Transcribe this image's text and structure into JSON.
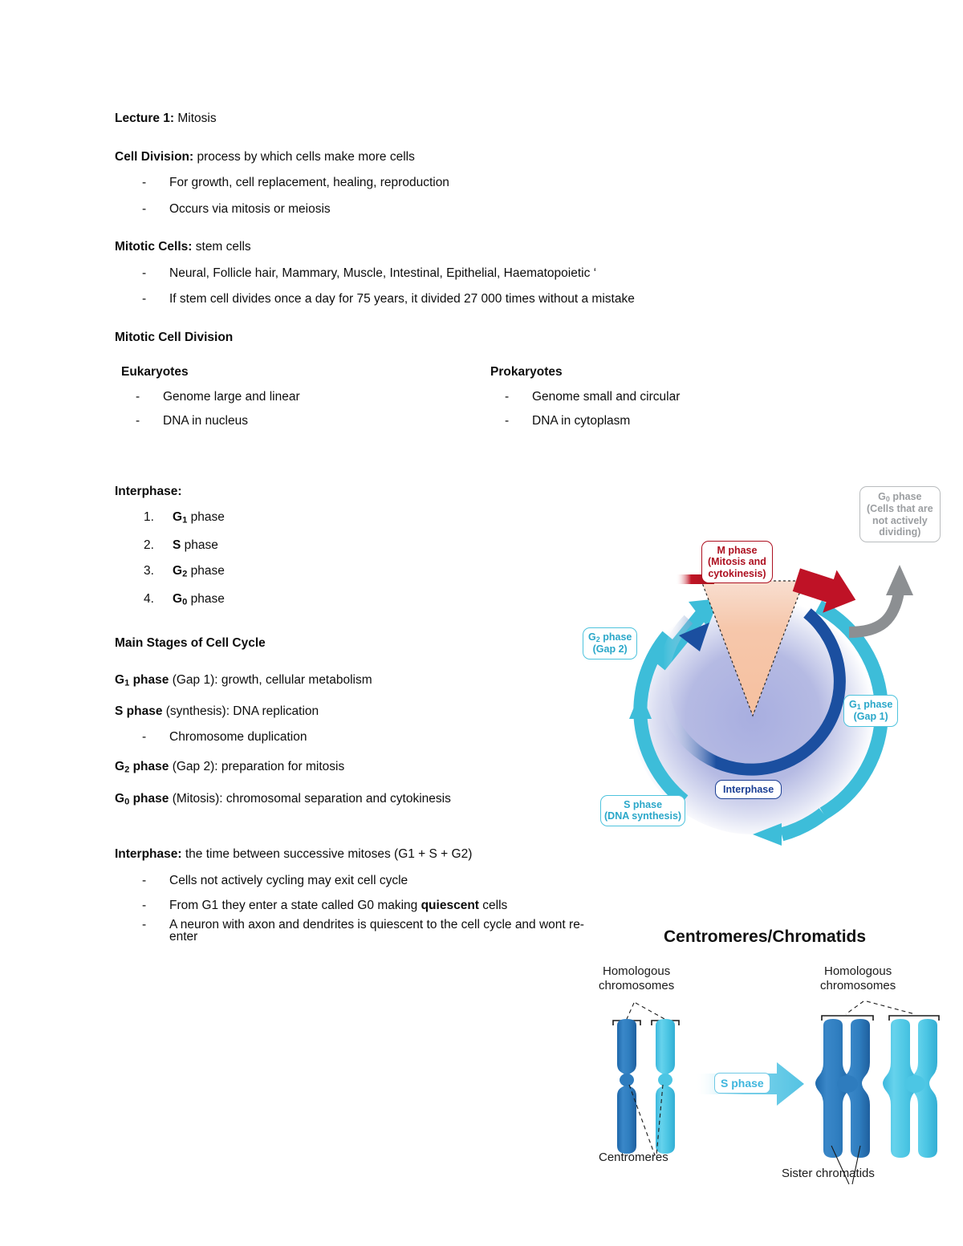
{
  "document": {
    "title": "Lecture 1: Mitosis",
    "title_bold_part": "Lecture 1:",
    "title_rest": " Mitosis",
    "sections": [
      {
        "heading_bold": "Cell Division:",
        "heading_rest": " process by which cells make more cells",
        "bullets": [
          "For growth, cell replacement, healing, reproduction",
          "Occurs via mitosis or meiosis"
        ]
      },
      {
        "heading_bold": "Mitotic Cells:",
        "heading_rest": " stem cells",
        "bullets": [
          "Neural, Follicle hair, Mammary, Muscle, Intestinal, Epithelial, Haematopoietic ‘",
          "If stem cell divides once a day for 75 years, it divided 27 000 times without a mistake"
        ]
      }
    ],
    "mitotic_cell_division_heading": "Mitotic Cell Division",
    "comparison": {
      "left": {
        "header": "Eukaryotes",
        "items": [
          "Genome large and linear",
          "DNA in nucleus"
        ]
      },
      "right": {
        "header": "Prokaryotes",
        "items": [
          "Genome small and circular",
          "DNA in cytoplasm"
        ]
      }
    },
    "interphase_list": {
      "heading": "Interphase:",
      "items": [
        {
          "label": "G",
          "sub": "1",
          "rest": " phase"
        },
        {
          "label": "S",
          "sub": "",
          "rest": " phase"
        },
        {
          "label": "G",
          "sub": "2",
          "rest": " phase"
        },
        {
          "label": "G",
          "sub": "0",
          "rest": " phase"
        }
      ]
    },
    "main_stages": {
      "heading": "Main Stages of Cell Cycle",
      "lines": [
        {
          "bold_label": "G",
          "bold_sub": "1",
          "bold_rest": " phase",
          "normal": " (Gap 1): growth, cellular metabolism"
        },
        {
          "bold_label": "S",
          "bold_sub": "",
          "bold_rest": " phase",
          "normal": " (synthesis): DNA replication"
        },
        {
          "bold_label": "G",
          "bold_sub": "2",
          "bold_rest": " phase",
          "normal": " (Gap 2): preparation for mitosis"
        },
        {
          "bold_label": "G",
          "bold_sub": "0",
          "bold_rest": " phase",
          "normal": " (Mitosis): chromosomal separation and cytokinesis"
        }
      ],
      "sub_bullet": "Chromosome duplication"
    },
    "interphase_def": {
      "heading_bold": "Interphase:",
      "heading_rest": " the time between successive mitoses (G1 + S + G2)",
      "bullets": [
        {
          "pre": "Cells not actively cycling may exit cell cycle",
          "bold": "",
          "post": ""
        },
        {
          "pre": "From G1 they enter a state called G0 making ",
          "bold": "quiescent",
          "post": " cells"
        },
        {
          "pre": "A neuron with axon and dendrites is quiescent to the cell cycle and wont re-enter",
          "bold": "",
          "post": ""
        }
      ]
    }
  },
  "cell_cycle_diagram": {
    "labels": {
      "g0": {
        "line1_a": "G",
        "line1_sub": "0",
        "line1_b": " phase",
        "line2": "(Cells that are",
        "line3": "not actively",
        "line4": "dividing)"
      },
      "m": {
        "line1": "M phase",
        "line2": "(Mitosis and",
        "line3": "cytokinesis)"
      },
      "g2": {
        "line1_a": "G",
        "line1_sub": "2",
        "line1_b": " phase",
        "line2": "(Gap 2)"
      },
      "g1": {
        "line1_a": "G",
        "line1_sub": "1",
        "line1_b": " phase",
        "line2": "(Gap 1)"
      },
      "s": {
        "line1": "S phase",
        "line2": "(DNA synthesis)"
      },
      "interphase": "Interphase"
    },
    "colors": {
      "cyan_arrow": "#3dbdd9",
      "navy_arrow": "#1b4fa0",
      "m_red": "#ad1020",
      "g0_gray": "#9b9ea1",
      "wedge_orange": "#f3b18c",
      "disc_lavender": "#b9bde4"
    }
  },
  "centromeres_diagram": {
    "title": "Centromeres/Chromatids",
    "labels": {
      "homologous_left": {
        "line1": "Homologous",
        "line2": "chromosomes"
      },
      "homologous_right": {
        "line1": "Homologous",
        "line2": "chromosomes"
      },
      "centromeres": "Centromeres",
      "sister_chromatids": "Sister chromatids",
      "s_phase_arrow": "S phase"
    },
    "colors": {
      "dark_blue": "#2f7ec0",
      "light_blue": "#4cc6e4",
      "arrow_cyan": "#54c3e3"
    }
  }
}
